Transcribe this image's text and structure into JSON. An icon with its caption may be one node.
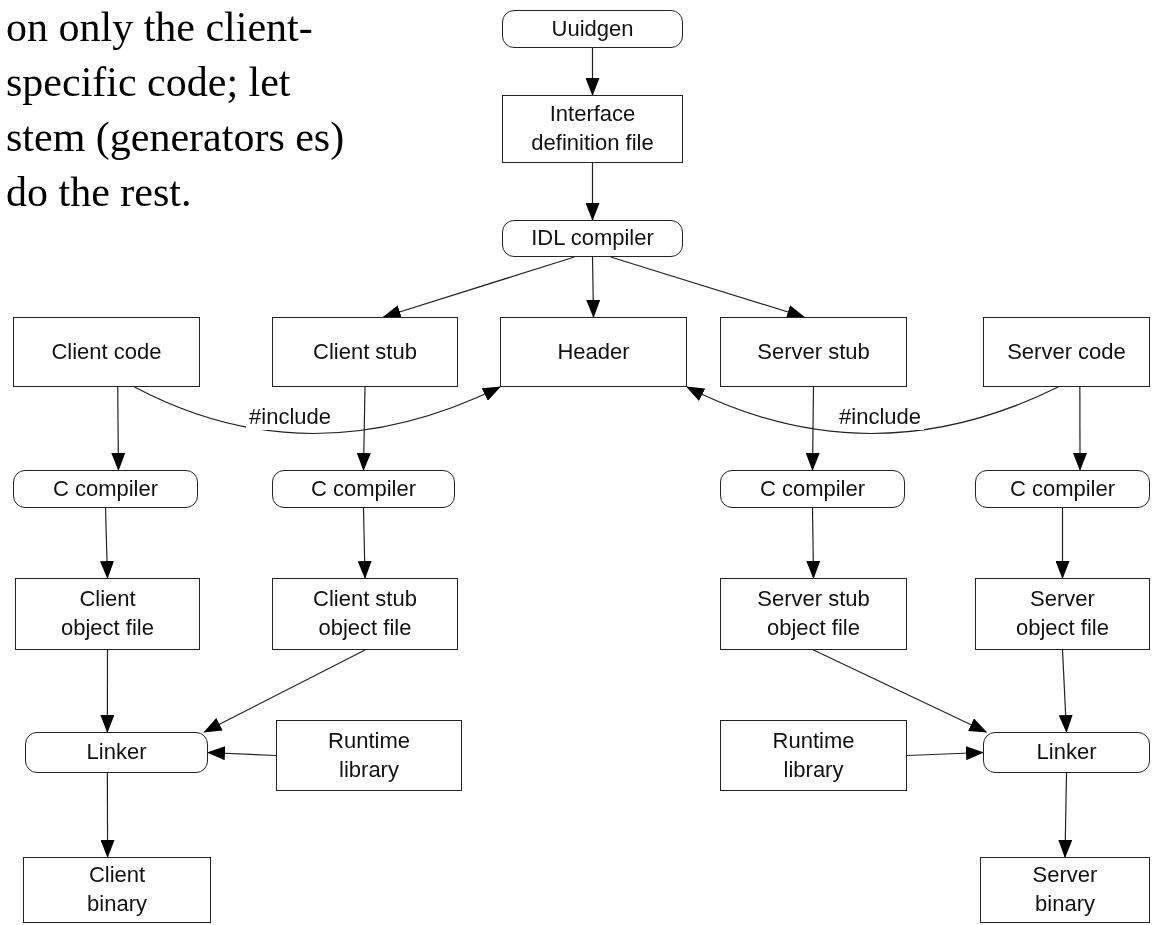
{
  "diagram": {
    "nodes": [
      {
        "text": [
          "Uuidgen"
        ]
      },
      {
        "text": [
          "Interface definition file"
        ]
      },
      {
        "text": [
          "IDL compiler"
        ]
      },
      {
        "text": [
          "Client code"
        ]
      },
      {
        "text": [
          "Client stub"
        ]
      },
      {
        "text": [
          "Header"
        ]
      },
      {
        "text": [
          "Server stub"
        ]
      },
      {
        "text": [
          "Server code"
        ]
      },
      {
        "text": [
          "C compiler"
        ]
      },
      {
        "text": [
          "C compiler"
        ]
      },
      {
        "text": [
          "C compiler"
        ]
      },
      {
        "text": [
          "C compiler"
        ]
      },
      {
        "text": [
          "Client object file"
        ]
      },
      {
        "text": [
          "Client stub object file"
        ]
      },
      {
        "text": [
          "Server stub object file"
        ]
      },
      {
        "text": [
          "Server object file"
        ]
      },
      {
        "text": [
          "Linker"
        ]
      },
      {
        "text": [
          "Runtime library"
        ]
      },
      {
        "text": [
          "Runtime library"
        ]
      },
      {
        "text": [
          "Linker"
        ]
      },
      {
        "text": [
          "Client binary"
        ]
      },
      {
        "text": [
          "Server binary"
        ]
      }
    ],
    "edges": [
      {
        "from": 0,
        "to": 1,
        "arrow": "to"
      },
      {
        "from": 1,
        "to": 2,
        "arrow": "to"
      },
      {
        "from": 2,
        "to": 4,
        "arrow": "to"
      },
      {
        "from": 2,
        "to": 5,
        "arrow": "to"
      },
      {
        "from": 2,
        "to": 6,
        "arrow": "to"
      },
      {
        "from": 3,
        "to": 8,
        "arrow": "to"
      },
      {
        "from": 3,
        "to": 5,
        "arrow": "to",
        "label": "#include"
      },
      {
        "from": 4,
        "to": 9,
        "arrow": "to"
      },
      {
        "from": 7,
        "to": 5,
        "arrow": "to",
        "label": "#include"
      },
      {
        "from": 6,
        "to": 10,
        "arrow": "to"
      },
      {
        "from": 7,
        "to": 11,
        "arrow": "to"
      },
      {
        "from": 8,
        "to": 12,
        "arrow": "to"
      },
      {
        "from": 9,
        "to": 13,
        "arrow": "to"
      },
      {
        "from": 10,
        "to": 14,
        "arrow": "to"
      },
      {
        "from": 11,
        "to": 15,
        "arrow": "to"
      },
      {
        "from": 12,
        "to": 16,
        "arrow": "to"
      },
      {
        "from": 13,
        "to": 16,
        "arrow": "to"
      },
      {
        "from": 17,
        "to": 16,
        "arrow": "to"
      },
      {
        "from": 14,
        "to": 19,
        "arrow": "to"
      },
      {
        "from": 18,
        "to": 19,
        "arrow": "to"
      },
      {
        "from": 15,
        "to": 19,
        "arrow": "to"
      },
      {
        "from": 16,
        "to": 20,
        "arrow": "to"
      },
      {
        "from": 19,
        "to": 21,
        "arrow": "to"
      }
    ],
    "labels": [
      "on only the client- specific code; let stem (generators es) do the rest."
    ]
  }
}
